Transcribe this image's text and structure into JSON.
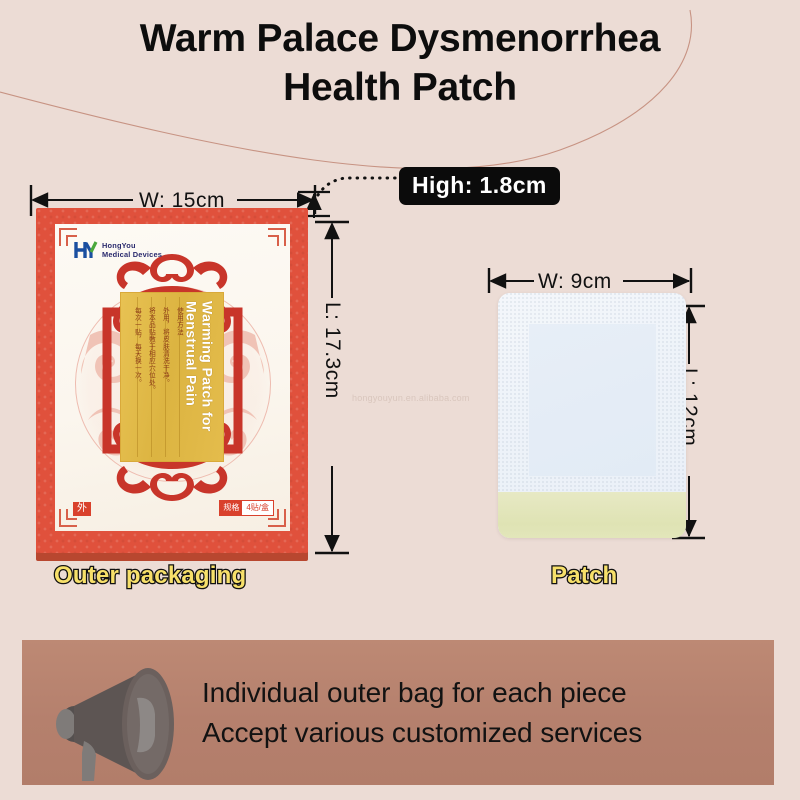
{
  "title": {
    "line1": "Warm Palace Dysmenorrhea",
    "line2": "Health Patch"
  },
  "colors": {
    "background": "#ecdcd5",
    "banner": "#b5806d",
    "box_red": "#e0513c",
    "label_yellow": "#e0b845",
    "caption_yellow": "#f7e06a",
    "badge_black": "#0b0b0b",
    "patch_white": "#eef3f9",
    "patch_strip": "#e1e5b7"
  },
  "dimensions": {
    "box_width_label": "W:  15cm",
    "box_length_label": "L: 17.3cm",
    "box_height_badge": "High:  1.8cm",
    "patch_width_label": "W:  9cm",
    "patch_length_label": "L: 12cm"
  },
  "package": {
    "brand_name_line1": "HongYou",
    "brand_name_line2": "Medical  Devices",
    "logo_mark": "Hy",
    "label_english": "Warming Patch\nfor Menstrual Pain",
    "label_chinese_columns": [
      "使用方法",
      "外用，将皮肤清洗干净。",
      "将本品贴敷于相应穴位处。",
      "每次一贴，每天换一次。"
    ],
    "stamp": "外",
    "spec_key": "规格",
    "spec_value": "4贴/盒"
  },
  "captions": {
    "left": "Outer packaging",
    "right": "Patch"
  },
  "watermark": "hongyouyun.en.alibaba.com",
  "banner": {
    "icon": "megaphone-icon",
    "line1": "Individual outer bag for each piece",
    "line2": "Accept various customized services"
  }
}
